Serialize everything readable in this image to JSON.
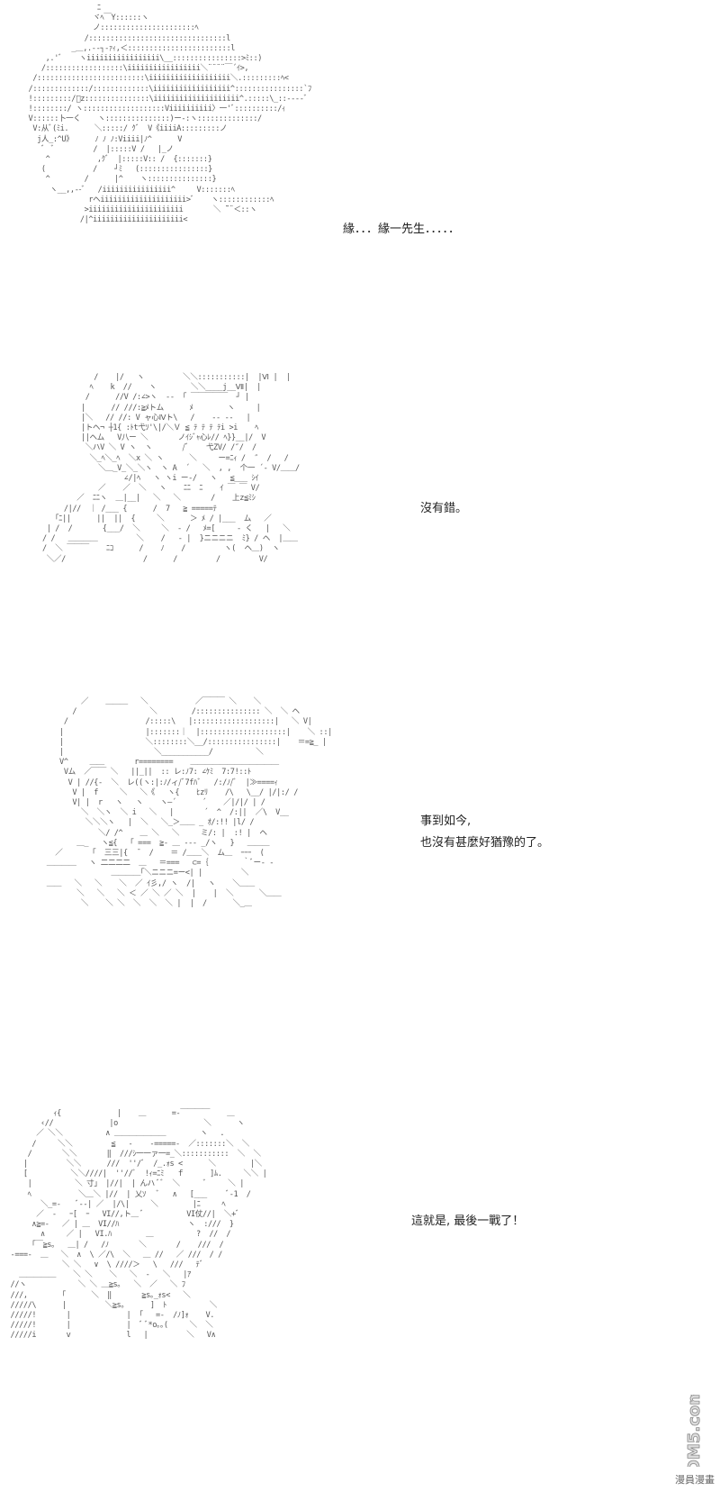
{
  "panels": [
    {
      "dialogue": [
        "緣．．．緣一先生．．．．．"
      ],
      "art": "                  ﾆ\n                 ヾﾍ￣Y::::::ヽ\n                 ノ::::::::::::::::::::::ﾍ\n               /::::::::::::::::::::::::::::::::l\n            _＿,.--┐-ｧｨ,＜::::::::::::::::::::::::l\n      ,.'ﾞ    ヽiiiiiiiiiiiiiiiii\\__::::::::::::::::>ﾐ::)\n     /::::::::::::::::::\\iiiiiiiiiiiiiiiii＼¨¨¨¨￣´ｲ>,\n   /:::::::::::::::::::::::::\\iiiiiiiiiiiiiiiiiii＼.:::::::::ﾍ<\n  /:::::::::::::/:::::::::::::\\iiiiiiiiiiiiiiiiii^::::::::::::::::`ﾌ\n  !:::::::::/ﾞz:::::::::::::::\\iiiiiiiiiiiiiiiiiiii^.:::::\\_::----ﾞ\n  !::::::::/ ヽ:::::::::::::::::::Viiiiiiiiii〉一'ﾞ::::::::::/ｨ\n  V::::::卜一く    ヽ:::::::::::::::)ー-:ヽ::::::::::::::/\n   V:从ﾞ(ﾐi.      ＼:::::/ ｸﾞ  V《iiiiA:::::::::ノ\n    j人_:^U》     ﾉ ﾉ ﾉ:Viiii|ﾉ^      V\n     ﾞ  ﾞ         /  |:::::V /   |_ノ\n      ^           ,ｸﾞ  |:::::V:: /  {:::::::}\n     (           /    ┘ﾐ   (::::::::::::::::}\n      ^        /      |^    ヽ:::::::::::::::}\n       ヽ__,,--ﾞ   /iiiiiiiiiiiiiiii^     V:::::::ﾍ\n                rヘiiiiiiiiiiiiiiiiiiii>ﾞ    ヽ::::::::::::ﾍ\n               >iiiiiiiiiiiiiiiiiiiiii       ＼ ̄¨¨＜::ヽ\n              /|^iiiiiiiiiiiiiiiiiiiii<"
    },
    {
      "dialogue": [
        "沒有錯。"
      ],
      "art": "                     /    |/   ヽ         ＼＼:::::::::::|  |Ⅵ |  |\n                    ﾍ    k  //    ヽ        ＼＼____j__Ⅶ|  |\n                   /      //V /:∠>ヽ  ‐‐  ｢ ￣￣￣￣￣  ┘ |\n                  |      // ///:≧ﾒトム      ﾒ        ヽ     |\n                  |＼   // //: V ャ心Ⅳト\\   /    ‐‐ ‐‐   |\n                  |トヘ¬ ┼1{ :ﾄt弋ｿ'\\|/＼Ｖ ≦ ﾃ ﾃ ﾃ ﾃi >i    ﾍ\n                  ||ヘム   V八ー ＼       ノｲｼﾞｬ心ﾚ// ﾍ}}__|/  V\n                   ＼ハV ＼ V ヽ  ヽ       /ﾞ    弋ZV/ /″/  /\n                    ＼_ﾍ＼_ﾍ  ＼x ＼ ヽ      ＼     ー=ﾆｨ /  ″  /   /\n                      ＼＿_V_＼_＼ヽ  ヽ A  ´   ＼  , ,  个一 ´‐ V/＿＿/\n                            ∠/|ﾍ   ヽ ヽi ー-/   ヽ   ≦___ ｼｲ\n                      ／    ／  ＼   ヽ    ﾆﾆ  ﾆ    ｲ ￣ ￣ V/\n                 ／  ﾆﾆヽ  ＿|__|   ＼   ＼       /    上z≦ﾐｼ\n              /|//  ｜ /___ {      /  7   ≧ =====ﾃ\n            ｢ﾆ||      ||  ||  {     ＼      ＞ ﾒ / |___  ム   ／\n          | /  /       {___/  ＼     ＼  ‐ /   ﾒ=[     ‐ く   |   ＼\n         / /   ＿＿＿＿         ＼    /   ‐ |  }ニニニニ  ﾐ} / ヘ  |＿＿\n         /  ＼ ￣￣￣    ﾆｺ      /    ﾉ    /         ヽ(  ヘ＿)  ヽ\n          ＼／/                  /      /         /         V/"
    },
    {
      "dialogue": [
        "事到如今,",
        "也沒有甚麼好猶豫的了。"
      ],
      "art": "                  ／    ＿＿＿   ＼           ／￣￣￣ ＼    ＼\n                /                 ＼        /::::::::::::::: ＼  ＼ ヘ\n              /                  /:::::\\   |:::::::::::::::::::|   ＼ V|\n             |                   |:::::::｜  |::::::::::::::::::::|    ＼ ::|\n             |                   ＼::::::::＼__/::::::::::::::::|    ＝=≧_ |\n             |                     ＼___________/          ＼\n             V^     ＿＿       r========    ＿＿＿＿＿＿＿＿＿＿＿＿\n              Vム  ／￣￣ ＼   ||_||  :: レ:ﾉ7: ∠ｹﾐ  7:7!::ﾄ\n               V | //{‐  ＼  レ((ヽ:|:ﾉ/ィ/ﾞ7fﾊﾞ   /:/ﾉ/ﾞ  |≫====ｨ\n                V |  f     ＼   ＼《   ヽ{    ﾋzﾘ    /\\   \\__/ |/|:/ /\n                V| |  r   ヽ   ヽ    ヽ—´      ´    ／|/|/ | /\n                  ＼  ＼ヽ  ＼ i   ＼   |       ´  ^  /:||  ／\\  V__\n                   ＼＼＼ヽ   |  ＼   ＼_＞＿＿ _ ｵ/:!! |l/ /\n                      ＼/ /^    ＿ ＼   ＼     ミ/: |  :! |  ヘ\n                 ＿_   ヽ≦{   ｢ ===  ≧- ＿ ‐-‐ _/ヽ   }   ＿＿＿\n            ／      「  三三|{  ̄   /    ＝ /＿＿＼  ム＿  ｰｰｰ  (\n          ＿＿＿＿   ヽ 二二二二  ＿   ＝===   ⊂=｛        ｀ﾞー‐ ‐\n                         ＿＿＿＿｢＼ニニニ=ー<| |         ＼\n          ＿＿   ＼   ＼    ＼  ／ ｲ彡,/ ヽ  /|   ヽ    ＼＿＿\n                 ＼   ＼   ＼ ＜ ／ ＼ ／ ＼  |    |  ＼      ＼＿＿\n                  ＼    ＼ ＼  ＼  ＼  ＼ |  |  /      ＼_＿"
    },
    {
      "dialogue": [
        "這就是, 最後一戰了！"
      ],
      "art": "            ｨ{             |    ＿      =-￣￣￣￣    ＿\n         ‹//             |o                    ＼      ヽ\n        ／ ＼＼          ∧ ＿＿＿＿＿＿＿        ヽ   ．\n       /     ＼＼         ≦   ‐    -=====-  ／:::::::＼  ＼\n      /       ＼＼       ‖  ///ｼ一一ァ一=_＼:::::::::::  ＼  ＼\n     |         ＼＼      ///  ''/ﾞ  /_.ｫs <      ＼        |＼\n     [          ＼＼////|  ''//ﾞ  !ｨ=ﾆﾐ   ｆ      ]ﾑ.     ＼＼ |\n      |          ＼ 寸」 |//|  | んハ ﾞﾞ  ＼      ﾞ     ＼ |\n      ﾍ           ＼＿＼ |//  | 乂ｿ   ﾞ   ∧   [___     ﾞ-1  /\n         ＼_=-    ﾞ-‐| ／  |/\\|     ＼        |ﾆ     ﾍ\n        ／  ‐   ｰ[  ｰ   VI//,ト＿ ﾞ          VI仗//|  ＼+ﾞ\n       ∧≧=-   ／ | ＿  VI//ﾊ                ヽ  :///  }\n         ∧     ／ |   VI.ﾊ        ＿          ?  //  /\n       ｢￣≧s｡   ＿| /   /ﾉ       ＼       /    ///  /\n  -===-  ＿   ＼  ∧  \\ ／/\\  ＼   ＿ //   ／ ///  / /\n              ＼ ＼   ∨  \\ ////＞   \\   ///   ﾃﾞ\n    ＿＿＿＿＿    ＼ ＼    ＼   ＼  ‐   ＼   |ｱ\n  //ヽ            ＼ ＼ ＿≧s｡   ＼  ／   ＼ ﾌ\n  ///,        ｢      ＼  ‖       ≧s｡_ｫs<   ＼\n  /////\\      |         ＼≧s｡      ]  ﾄ          ＼\n  /////!       |             |  ｢   =-  /ﾉ]ｫ    V.\n  /////!       |             |  ﾞ ﾞ*o｡｡(     ＼  ＼\n  /////i       v             l   |         ＼   V∧"
    }
  ],
  "watermark": {
    "logo_text": "DM5.com",
    "text": "漫員漫畫"
  }
}
